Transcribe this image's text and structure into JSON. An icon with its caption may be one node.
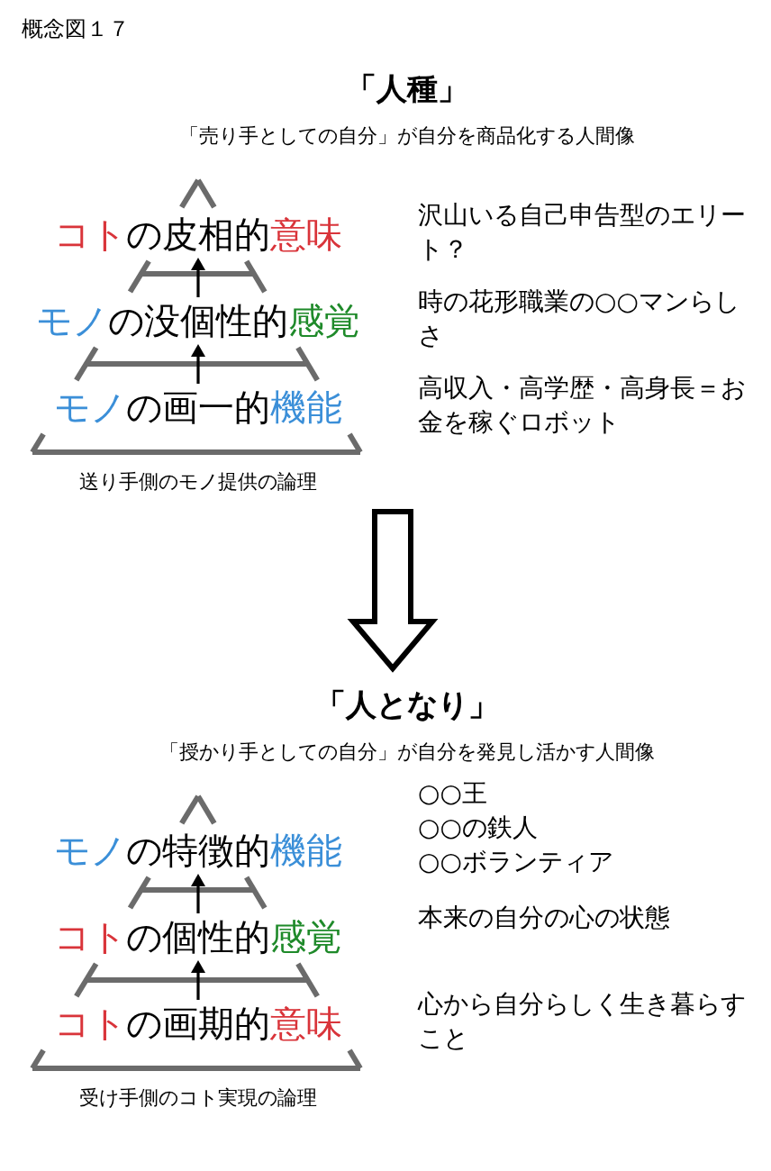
{
  "diagram": {
    "title": "概念図１７",
    "nodes": [
      {
        "text": [
          "「人種」",
          "「売り手としての自分」が自分を商品化する人間像"
        ],
        "beside": [
          "送り手側のモノ提供の論理"
        ]
      },
      {
        "text": [
          "コトの皮相的意味"
        ],
        "in": 0,
        "beside": [
          "沢山いる自己申告型のエリート？"
        ]
      },
      {
        "text": [
          "モノの没個性的感覚"
        ],
        "in": 0,
        "beside": [
          "時の花形職業の○○マンらしさ"
        ]
      },
      {
        "text": [
          "モノの画一的機能"
        ],
        "in": 0,
        "beside": [
          "高収入・高学歴・高身長＝お金を稼ぐロボット"
        ]
      },
      {
        "text": [
          "「人となり」",
          "「授かり手としての自分」が自分を発見し活かす人間像"
        ],
        "beside": [
          "受け手側のコト実現の論理"
        ]
      },
      {
        "text": [
          "モノの特徴的機能"
        ],
        "in": 4,
        "beside": [
          "○○王",
          "○○の鉄人",
          "○○ボランティア"
        ]
      },
      {
        "text": [
          "コトの個性的感覚"
        ],
        "in": 4,
        "beside": [
          "本来の自分の心の状態"
        ]
      },
      {
        "text": [
          "コトの画期的意味"
        ],
        "in": 4,
        "beside": [
          "心から自分らしく生き暮らすこと"
        ]
      }
    ],
    "edges": [
      {
        "from": 3,
        "to": 2,
        "arrow": "to"
      },
      {
        "from": 2,
        "to": 1,
        "arrow": "to"
      },
      {
        "from": 0,
        "to": 4,
        "arrow": "to",
        "style": "thick"
      },
      {
        "from": 7,
        "to": 6,
        "arrow": "to"
      },
      {
        "from": 6,
        "to": 5,
        "arrow": "to"
      }
    ]
  }
}
